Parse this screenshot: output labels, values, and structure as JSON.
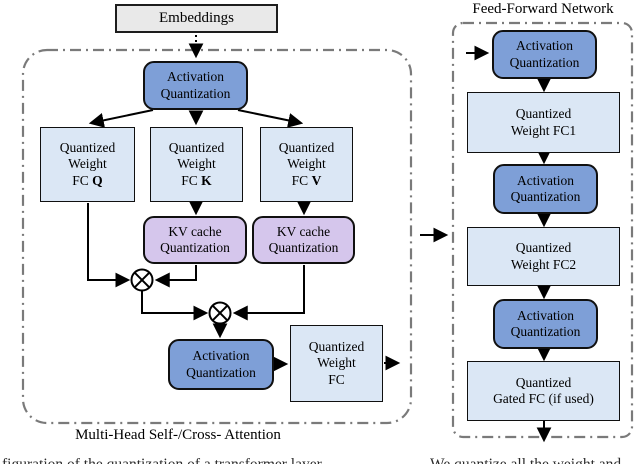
{
  "colors": {
    "aq_fill": "#7e9fd7",
    "fc_fill": "#dbe7f5",
    "kv_fill": "#d5c6ec",
    "embed_fill": "#e9e9e9",
    "dash_border": "#7a7a7a",
    "wire": "#000000"
  },
  "attention": {
    "title": "Multi-Head Self-/Cross- Attention",
    "embeddings_label": "Embeddings",
    "activation_quantization_top": "Activation\nQuantization",
    "fc_q": {
      "lines": "Quantized\nWeight\nFC ",
      "letter": "Q"
    },
    "fc_k": {
      "lines": "Quantized\nWeight\nFC ",
      "letter": "K"
    },
    "fc_v": {
      "lines": "Quantized\nWeight\nFC ",
      "letter": "V"
    },
    "kv_cache_k": "KV cache\nQuantization",
    "kv_cache_v": "KV cache\nQuantization",
    "activation_quantization_out": "Activation\nQuantization",
    "output_fc": "Quantized\nWeight\nFC",
    "multiply_symbol": "⊗"
  },
  "ffn": {
    "title": "Feed-Forward Network",
    "aq1": "Activation\nQuantization",
    "fc1": "Quantized\nWeight FC1",
    "aq2": "Activation\nQuantization",
    "fc2": "Quantized\nWeight FC2",
    "aq3": "Activation\nQuantization",
    "gated_fc": "Quantized\nGated FC (if used)"
  },
  "caption": {
    "left_fragment": "figuration of the quantization of a transformer layer",
    "right_fragment": "We quantize all the weight and"
  }
}
